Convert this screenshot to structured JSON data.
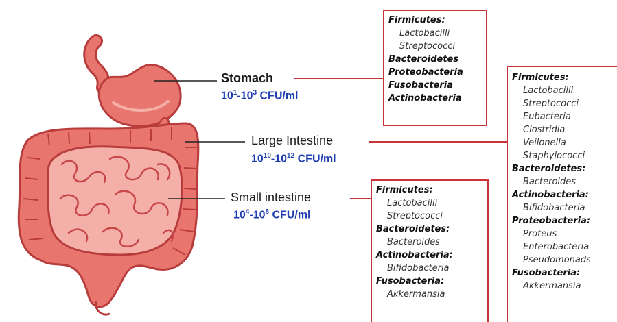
{
  "colors": {
    "outline": "#c8323a",
    "organ_fill": "#e8766f",
    "organ_light": "#f4b0a8",
    "organ_dark": "#b83c3c",
    "count_text": "#1f3fb0"
  },
  "organs": {
    "stomach": {
      "label": "Stomach",
      "count_base": "10",
      "count_exp1": "1",
      "count_sep": "-10",
      "count_exp2": "3",
      "count_unit": " CFU/ml"
    },
    "large": {
      "label": "Large Intestine",
      "count_base": "10",
      "count_exp1": "10",
      "count_sep": "-10",
      "count_exp2": "12",
      "count_unit": " CFU/ml"
    },
    "small": {
      "label": "Small intestine",
      "count_base": "10",
      "count_exp1": "4",
      "count_sep": "-10",
      "count_exp2": "8",
      "count_unit": " CFU/ml"
    }
  },
  "boxes": {
    "stomach": [
      {
        "phylum": "Firmicutes:",
        "genera": [
          "Lactobacilli",
          "Streptococci"
        ]
      },
      {
        "phylum": "Bacteroidetes",
        "genera": []
      },
      {
        "phylum": "Proteobacteria",
        "genera": []
      },
      {
        "phylum": "Fusobacteria",
        "genera": []
      },
      {
        "phylum": "Actinobacteria",
        "genera": []
      }
    ],
    "large": [
      {
        "phylum": "Firmicutes:",
        "genera": [
          "Lactobacilli",
          "Streptococci",
          "Eubacteria",
          "Clostridia",
          "Veilonella",
          "Staphylococci"
        ]
      },
      {
        "phylum": "Bacteroidetes:",
        "genera": [
          "Bacteroides"
        ]
      },
      {
        "phylum": "Actinobacteria:",
        "genera": [
          "Bifidobacteria"
        ]
      },
      {
        "phylum": "Proteobacteria:",
        "genera": [
          "Proteus",
          "Enterobacteria",
          "Pseudomonads"
        ]
      },
      {
        "phylum": "Fusobacteria:",
        "genera": [
          "Akkermansia"
        ]
      }
    ],
    "small": [
      {
        "phylum": "Firmicutes:",
        "genera": [
          "Lactobacilli",
          "Streptococci"
        ]
      },
      {
        "phylum": "Bacteroidetes:",
        "genera": [
          "Bacteroides"
        ]
      },
      {
        "phylum": "Actinobacteria:",
        "genera": [
          "Bifidobacteria"
        ]
      },
      {
        "phylum": "Fusobacteria:",
        "genera": [
          "Akkermansia"
        ]
      }
    ]
  }
}
